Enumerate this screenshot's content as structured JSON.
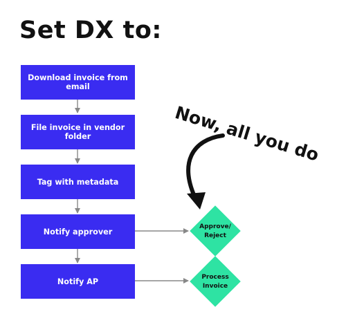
{
  "title": "Set DX to:",
  "annotation": "Now, all you do",
  "steps": [
    "Download invoice from email",
    "File invoice in vendor folder",
    "Tag with metadata",
    "Notify approver",
    "Notify AP"
  ],
  "decisions": [
    {
      "line1": "Approve/",
      "line2": "Reject"
    },
    {
      "line1": "Process",
      "line2": "Invoice"
    }
  ],
  "colors": {
    "step_fill": "#3a2cf1",
    "decision_fill": "#2ee3a3",
    "connector": "#888888",
    "text_dark": "#111111"
  }
}
